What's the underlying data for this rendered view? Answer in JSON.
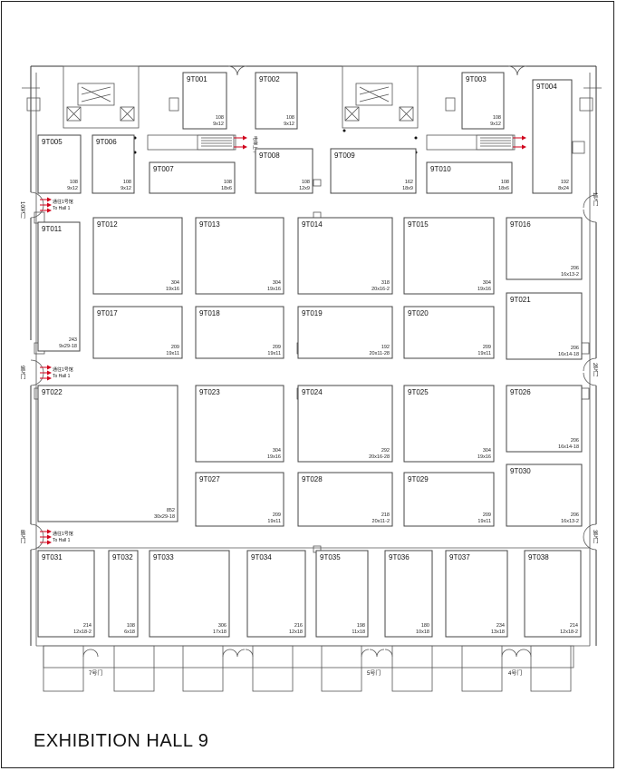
{
  "title": "EXHIBITION HALL 9",
  "booths": [
    {
      "id": "9T001",
      "area": "108",
      "dims": "9x12"
    },
    {
      "id": "9T002",
      "area": "108",
      "dims": "9x12"
    },
    {
      "id": "9T003",
      "area": "108",
      "dims": "9x12"
    },
    {
      "id": "9T004",
      "area": "192",
      "dims": "8x24"
    },
    {
      "id": "9T005",
      "area": "108",
      "dims": "9x12"
    },
    {
      "id": "9T006",
      "area": "108",
      "dims": "9x12"
    },
    {
      "id": "9T007",
      "area": "108",
      "dims": "18x6"
    },
    {
      "id": "9T008",
      "area": "108",
      "dims": "12x9"
    },
    {
      "id": "9T009",
      "area": "162",
      "dims": "18x9"
    },
    {
      "id": "9T010",
      "area": "108",
      "dims": "18x6"
    },
    {
      "id": "9T011",
      "area": "243",
      "dims": "9x29-18"
    },
    {
      "id": "9T012",
      "area": "304",
      "dims": "19x16"
    },
    {
      "id": "9T013",
      "area": "304",
      "dims": "19x16"
    },
    {
      "id": "9T014",
      "area": "318",
      "dims": "20x16-2"
    },
    {
      "id": "9T015",
      "area": "304",
      "dims": "19x16"
    },
    {
      "id": "9T016",
      "area": "206",
      "dims": "16x13-2"
    },
    {
      "id": "9T017",
      "area": "209",
      "dims": "19x11"
    },
    {
      "id": "9T018",
      "area": "209",
      "dims": "19x11"
    },
    {
      "id": "9T019",
      "area": "192",
      "dims": "20x11-28"
    },
    {
      "id": "9T020",
      "area": "209",
      "dims": "19x11"
    },
    {
      "id": "9T021",
      "area": "206",
      "dims": "16x14-18"
    },
    {
      "id": "9T022",
      "area": "852",
      "dims": "30x29-18"
    },
    {
      "id": "9T023",
      "area": "304",
      "dims": "19x16"
    },
    {
      "id": "9T024",
      "area": "292",
      "dims": "20x16-28"
    },
    {
      "id": "9T025",
      "area": "304",
      "dims": "19x16"
    },
    {
      "id": "9T026",
      "area": "206",
      "dims": "16x14-18"
    },
    {
      "id": "9T027",
      "area": "209",
      "dims": "19x11"
    },
    {
      "id": "9T028",
      "area": "218",
      "dims": "20x11-2"
    },
    {
      "id": "9T029",
      "area": "209",
      "dims": "19x11"
    },
    {
      "id": "9T030",
      "area": "206",
      "dims": "16x13-2"
    },
    {
      "id": "9T031",
      "area": "214",
      "dims": "12x18-2"
    },
    {
      "id": "9T032",
      "area": "108",
      "dims": "6x18"
    },
    {
      "id": "9T033",
      "area": "306",
      "dims": "17x18"
    },
    {
      "id": "9T034",
      "area": "216",
      "dims": "12x18"
    },
    {
      "id": "9T035",
      "area": "198",
      "dims": "11x18"
    },
    {
      "id": "9T036",
      "area": "180",
      "dims": "10x18"
    },
    {
      "id": "9T037",
      "area": "234",
      "dims": "13x18"
    },
    {
      "id": "9T038",
      "area": "214",
      "dims": "12x18-2"
    }
  ],
  "gates": {
    "g10": "10号门",
    "g9": "9号门",
    "g8": "8号门",
    "g1": "1号门",
    "g3": "3号门",
    "g2": "2号门",
    "g7": "7号门",
    "g5": "5号门",
    "g4": "4号门"
  },
  "signs": {
    "to_hall_cn": "通往1号馆",
    "to_hall_en": "To Hall 1",
    "escalator": "电梯上下"
  },
  "colors": {
    "arrow": "#d0021b"
  }
}
